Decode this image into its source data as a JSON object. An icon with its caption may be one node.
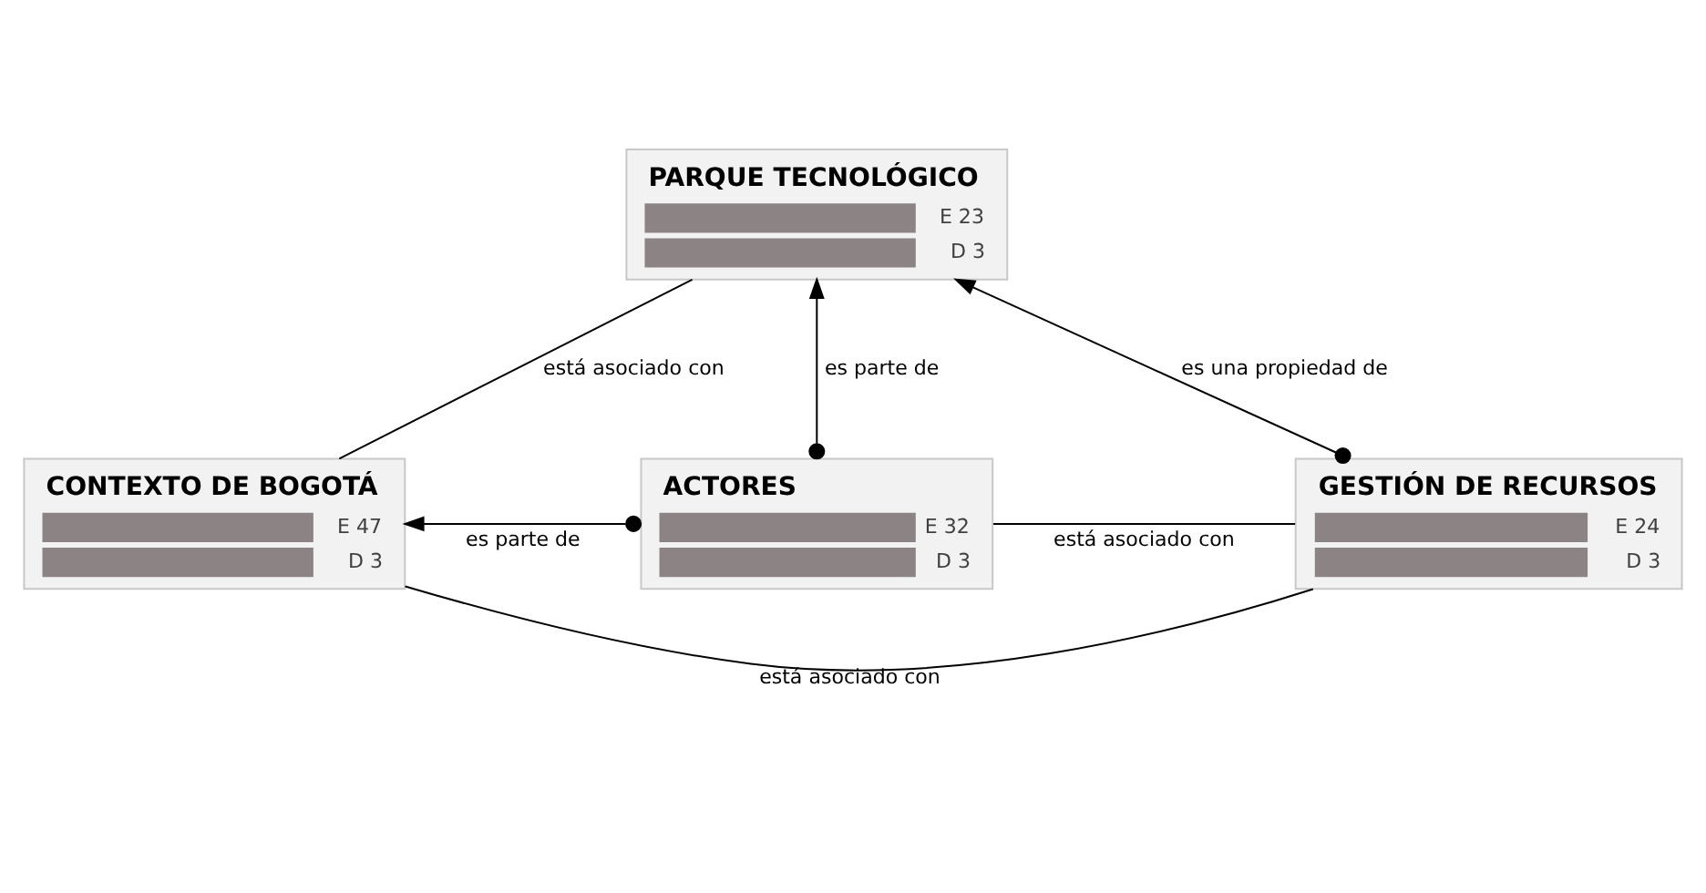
{
  "diagram": {
    "nodes": [
      {
        "text": [
          "PARQUE TECNOLÓGICO",
          "E 23",
          "D 3"
        ]
      },
      {
        "text": [
          "CONTEXTO DE BOGOTÁ",
          "E 47",
          "D 3"
        ]
      },
      {
        "text": [
          "ACTORES",
          "E 32",
          "D 3"
        ]
      },
      {
        "text": [
          "GESTIÓN DE RECURSOS",
          "E 24",
          "D 3"
        ]
      }
    ],
    "edges": [
      {
        "from": 1,
        "to": 0,
        "arrow": "none",
        "label": "está asociado con"
      },
      {
        "from": 3,
        "to": 0,
        "arrow": "to",
        "label": "es una propiedad de"
      },
      {
        "from": 2,
        "to": 0,
        "arrow": "to",
        "label": "es parte de"
      },
      {
        "from": 2,
        "to": 1,
        "arrow": "to",
        "label": "es parte de"
      },
      {
        "from": 2,
        "to": 3,
        "arrow": "none",
        "label": "está asociado con"
      },
      {
        "from": 1,
        "to": 3,
        "arrow": "none",
        "label": "está asociado con"
      }
    ]
  }
}
